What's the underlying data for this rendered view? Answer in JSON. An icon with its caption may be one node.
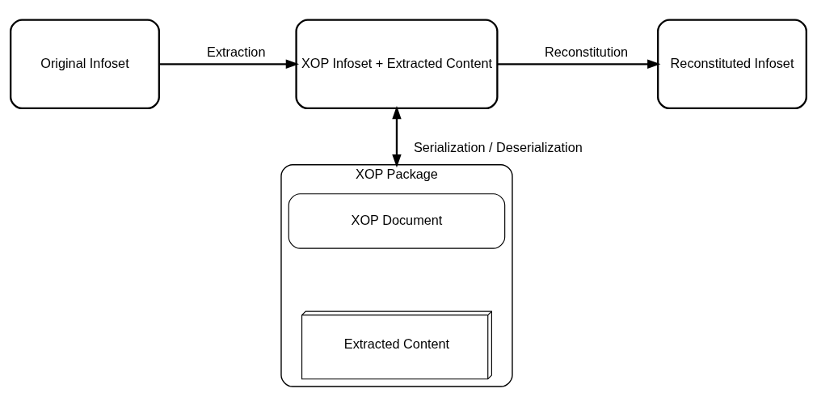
{
  "diagram": {
    "nodes": [
      {
        "text": [
          "Original Infoset"
        ]
      },
      {
        "text": [
          "XOP Infoset + Extracted Content"
        ]
      },
      {
        "text": [
          "Reconstituted Infoset"
        ]
      },
      {
        "text": [
          "XOP Package"
        ]
      },
      {
        "text": [
          "XOP Document"
        ],
        "in": 3
      },
      {
        "text": [
          "Extracted Content"
        ],
        "in": 3
      }
    ],
    "edges": [
      {
        "from": 0,
        "to": 1,
        "arrow": "to",
        "label": "Extraction"
      },
      {
        "from": 1,
        "to": 2,
        "arrow": "to",
        "label": "Reconstitution"
      },
      {
        "from": 1,
        "to": 3,
        "arrow": "both",
        "label": "Serialization / Deserialization"
      }
    ]
  }
}
